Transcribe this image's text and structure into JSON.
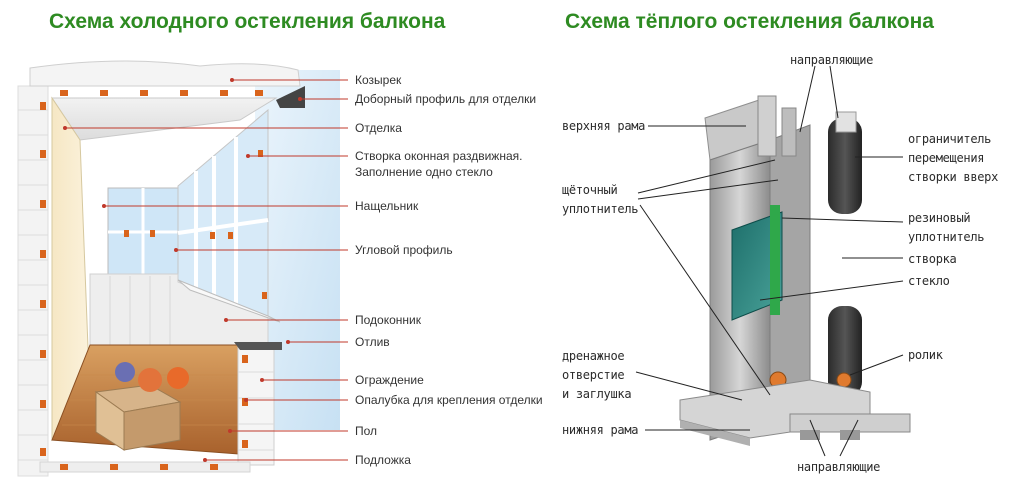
{
  "left": {
    "title": "Схема холодного остекления балкона",
    "labels": {
      "kozyrek": "Козырек",
      "dobornyi": "Доборный профиль для отделки",
      "otdelka": "Отделка",
      "stvorka_line1": "Створка оконная раздвижная.",
      "stvorka_line2": "Заполнение одно стекло",
      "naschelnik": "Нащельник",
      "uglovoi": "Угловой профиль",
      "podokonnik": "Подоконник",
      "otliv": "Отлив",
      "ograzhdenie": "Ограждение",
      "opalubka": "Опалубка для крепления отделки",
      "pol": "Пол",
      "podlozhka": "Подложка"
    }
  },
  "right": {
    "title": "Схема тёплого остекления балкона",
    "labels": {
      "napravlyayuschie_top": "направляющие",
      "verhnyaya_rama": "верхняя рама",
      "ogranichitel_1": "ограничитель",
      "ogranichitel_2": "перемещения",
      "ogranichitel_3": "створки вверх",
      "schetochnyi_1": "щёточный",
      "schetochnyi_2": "уплотнитель",
      "rezinovyi_1": "резиновый",
      "rezinovyi_2": "уплотнитель",
      "stvorka": "створка",
      "steklo": "стекло",
      "drenazh_1": "дренажное",
      "drenazh_2": "отверстие",
      "drenazh_3": "и заглушка",
      "rolik": "ролик",
      "nizhnyaya_rama": "нижняя рама",
      "napravlyayuschie_bottom": "направляющие"
    }
  },
  "colors": {
    "title_green": "#2e8b22",
    "leader_red": "#c0392b",
    "pad_orange": "#d9641c"
  }
}
